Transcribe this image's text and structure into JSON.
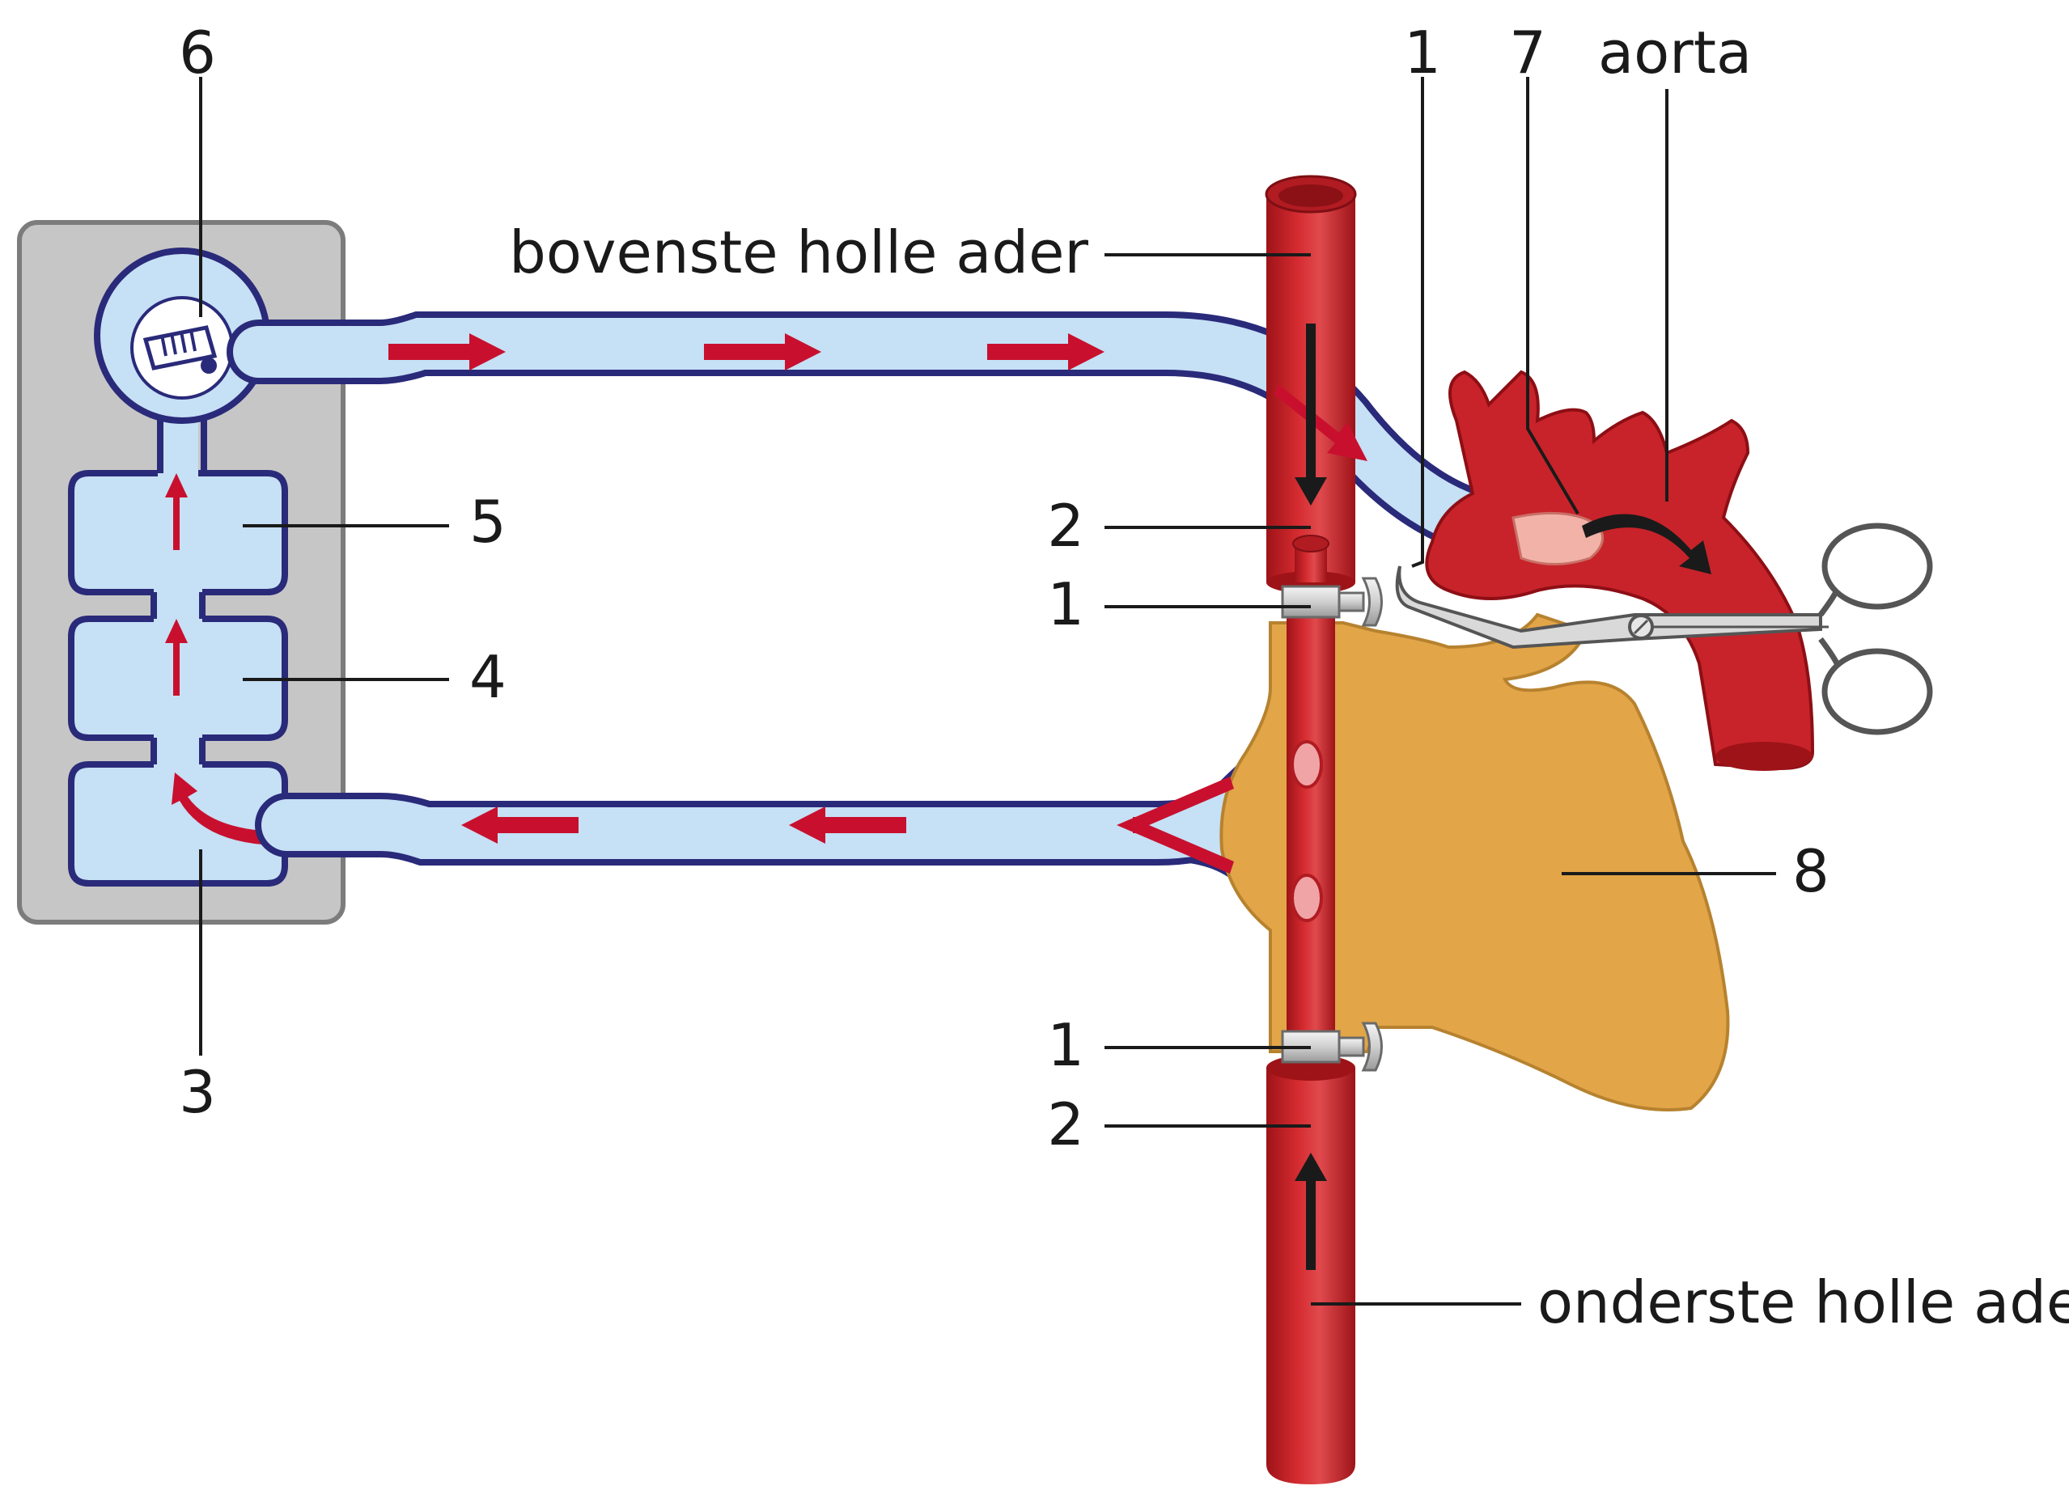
{
  "labels": {
    "machine_6": "6",
    "machine_5": "5",
    "machine_4": "4",
    "machine_3": "3",
    "clamp_top_1": "1",
    "cannula_7": "7",
    "aorta": "aorta",
    "superior_vena_cava": "bovenste holle ader",
    "cannula_top_2": "2",
    "clamp_mid_1": "1",
    "heart_8": "8",
    "clamp_low_1": "1",
    "cannula_low_2": "2",
    "inferior_vena_cava": "onderste holle ader"
  },
  "colors": {
    "vessel_red": "#c8232a",
    "tube_fill": "#c6e0f5",
    "tube_outline": "#2a2a7a",
    "flow_arrow_red": "#c8102e",
    "heart_orange": "#e2a548",
    "machine_gray": "#c6c6c6",
    "clamp_metal": "#d7d7d7"
  }
}
